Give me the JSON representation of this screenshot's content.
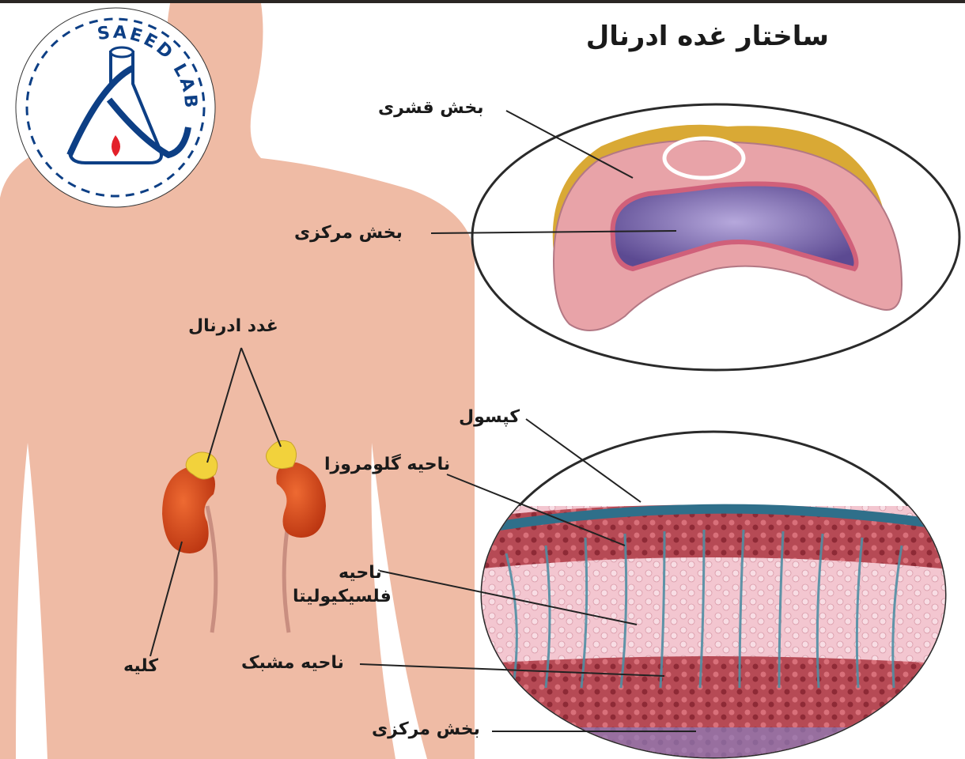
{
  "title": "ساختار غده ادرنال",
  "logo": {
    "text": "SAEED LAB"
  },
  "labels": {
    "cortex_top": "بخش قشری",
    "medulla_top": "بخش مرکزی",
    "adrenal_glands": "غدد ادرنال",
    "kidney": "کلیه",
    "capsule": "کپسول",
    "glomerulosa": "ناحیه گلومروزا",
    "fasciculata_1": "ناحیه",
    "fasciculata_2": "فلسیکیولیتا",
    "reticularis": "ناحیه مشبک",
    "medulla_bottom": "بخش مرکزی"
  },
  "colors": {
    "skin": "#efbba5",
    "kidney": "#d9491c",
    "adrenal": "#f2d23c",
    "medulla": "#6c5a9e",
    "cortex": "#e8a3a8",
    "capsule": "#2f6f8a",
    "logo": "#0d3f85",
    "drop": "#e3202a"
  }
}
